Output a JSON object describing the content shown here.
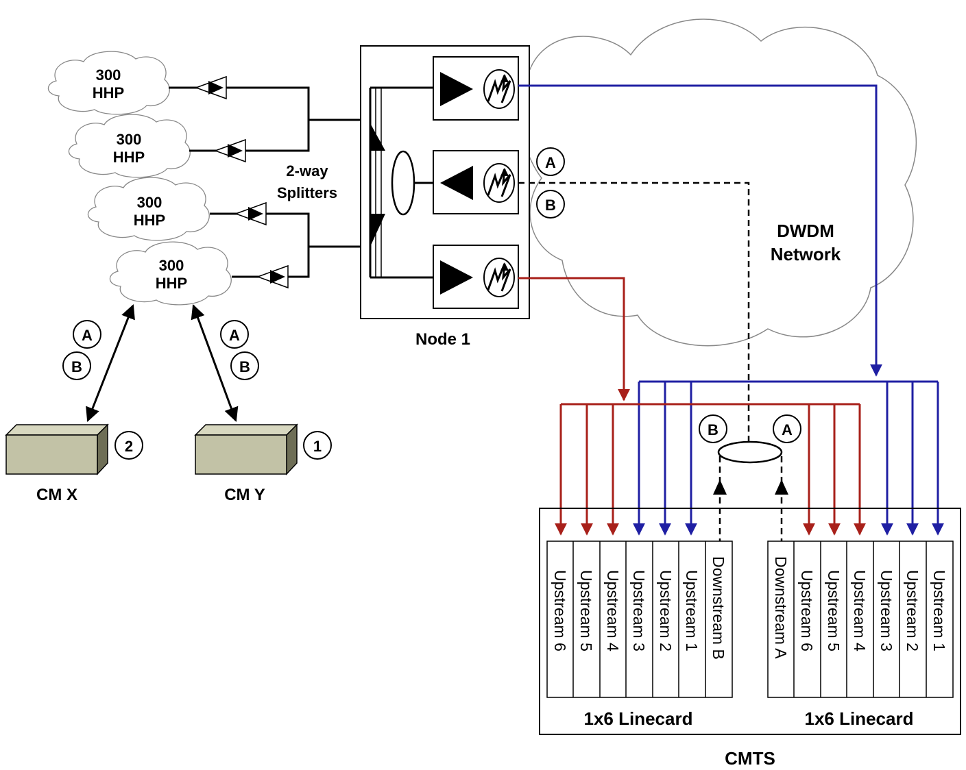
{
  "colors": {
    "line": "#000000",
    "cloud_stroke": "#888888",
    "blue_path": "#1f1fa3",
    "red_path": "#a8201a",
    "modem_fill": "#c2c2a6",
    "modem_side": "#6e6e56"
  },
  "hhp_clouds": [
    {
      "line1": "300",
      "line2": "HHP"
    },
    {
      "line1": "300",
      "line2": "HHP"
    },
    {
      "line1": "300",
      "line2": "HHP"
    },
    {
      "line1": "300",
      "line2": "HHP"
    }
  ],
  "splitters_label": {
    "line1": "2-way",
    "line2": "Splitters"
  },
  "node_label": "Node 1",
  "network_label": {
    "line1": "DWDM",
    "line2": "Network"
  },
  "circle_labels": {
    "node_a": "A",
    "node_b": "B",
    "cmx_a": "A",
    "cmx_b": "B",
    "cmy_a": "A",
    "cmy_b": "B",
    "cmts_b": "B",
    "cmts_a": "A"
  },
  "modems": [
    {
      "label": "CM X",
      "number": "2"
    },
    {
      "label": "CM Y",
      "number": "1"
    }
  ],
  "linecards": [
    {
      "label": "1x6 Linecard",
      "ports": [
        "Upstream 6",
        "Upstream 5",
        "Upstream 4",
        "Upstream 3",
        "Upstream 2",
        "Upstream 1",
        "Downstream B"
      ]
    },
    {
      "label": "1x6 Linecard",
      "ports": [
        "Downstream A",
        "Upstream 6",
        "Upstream 5",
        "Upstream 4",
        "Upstream 3",
        "Upstream 2",
        "Upstream 1"
      ]
    }
  ],
  "cmts_label": "CMTS",
  "icons": [
    "amplifier-icon",
    "transmitter-icon",
    "receiver-icon",
    "laser-icon",
    "combiner-icon"
  ]
}
